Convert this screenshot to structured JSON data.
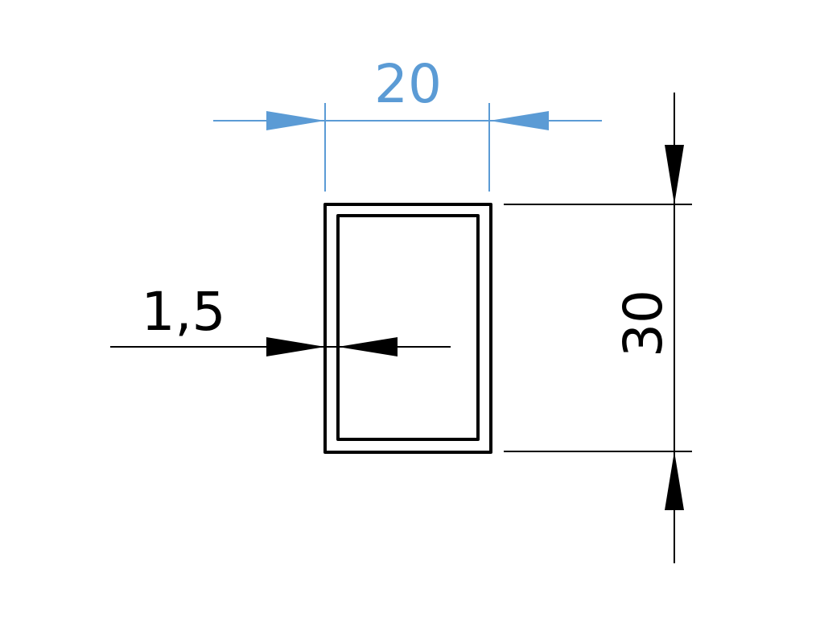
{
  "colors": {
    "background": "#ffffff",
    "outline": "#000000",
    "dimension_black": "#000000",
    "dimension_blue": "#5b9bd5"
  },
  "dimensions": {
    "width": {
      "label": "20"
    },
    "height": {
      "label": "30"
    },
    "wall_thickness": {
      "label": "1,5"
    }
  }
}
